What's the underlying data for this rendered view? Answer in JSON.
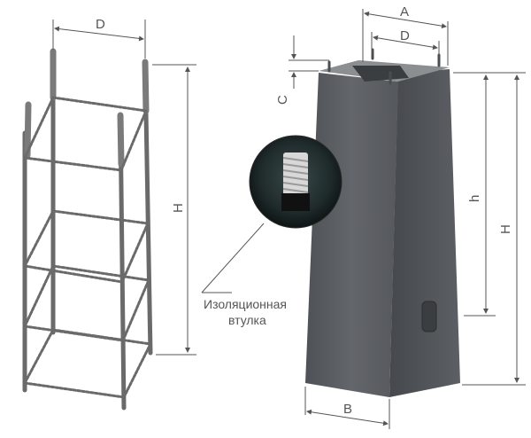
{
  "cage": {
    "dim_D": "D",
    "dim_H": "H"
  },
  "pillar": {
    "dim_A": "A",
    "dim_D": "D",
    "dim_C": "C",
    "dim_h": "h",
    "dim_H": "H",
    "dim_B": "B"
  },
  "callout": {
    "line1": "Изоляционная",
    "line2": "втулка"
  },
  "colors": {
    "line": "#555555",
    "rebar": "#6a6a6a",
    "pillar_front": "#5b5e62",
    "pillar_side": "#474a4e",
    "pillar_top": "#8a8d90"
  }
}
